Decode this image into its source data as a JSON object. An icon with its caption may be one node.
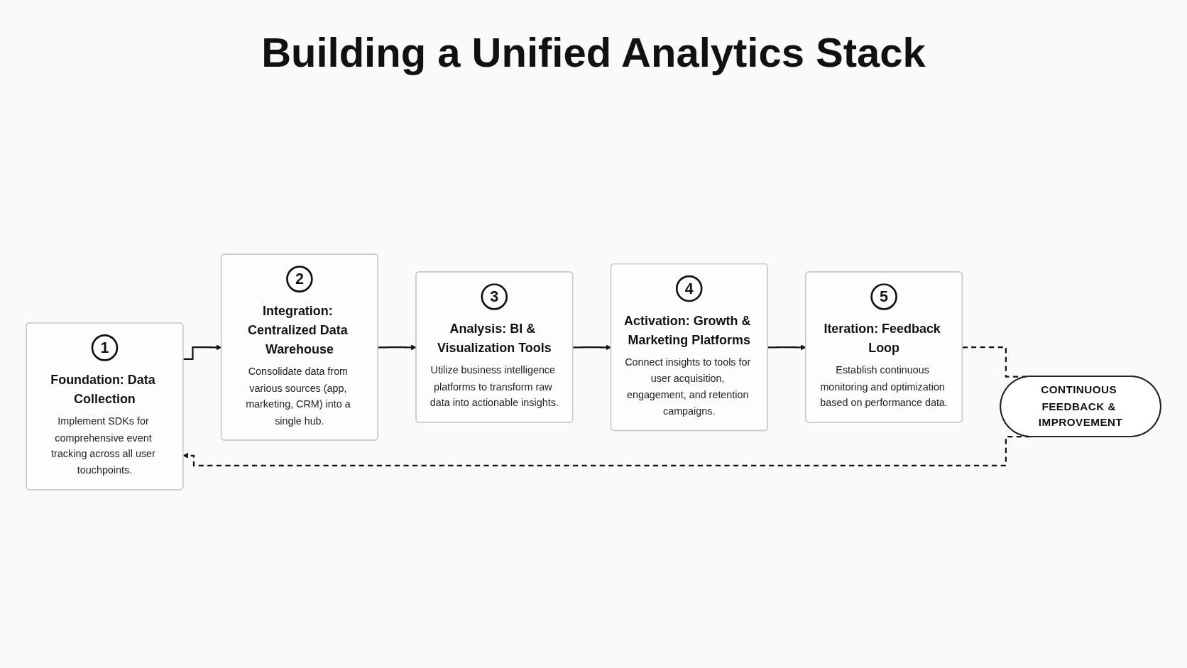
{
  "diagram": {
    "title": "Building a Unified Analytics Stack",
    "nodes": [
      {
        "text": [
          "1",
          "Foundation: Data Collection",
          "Implement SDKs for comprehensive event tracking across all user touchpoints."
        ]
      },
      {
        "text": [
          "2",
          "Integration: Centralized Data Warehouse",
          "Consolidate data from various sources (app, marketing, CRM) into a single hub."
        ]
      },
      {
        "text": [
          "3",
          "Analysis: BI & Visualization Tools",
          "Utilize business intelligence platforms to transform raw data into actionable insights."
        ]
      },
      {
        "text": [
          "4",
          "Activation: Growth & Marketing Platforms",
          "Connect insights to tools for user acquisition, engagement, and retention campaigns."
        ]
      },
      {
        "text": [
          "5",
          "Iteration: Feedback Loop",
          "Establish continuous monitoring and optimization based on performance data."
        ]
      },
      {
        "text": [
          "CONTINUOUS FEEDBACK & IMPROVEMENT"
        ]
      }
    ],
    "edges": [
      {
        "from": 0,
        "to": 1,
        "arrow": "to"
      },
      {
        "from": 1,
        "to": 2,
        "arrow": "to"
      },
      {
        "from": 2,
        "to": 3,
        "arrow": "to"
      },
      {
        "from": 3,
        "to": 4,
        "arrow": "to"
      },
      {
        "from": 4,
        "to": 5,
        "arrow": "none",
        "style": "dashed"
      },
      {
        "from": 5,
        "to": 0,
        "arrow": "to",
        "style": "dashed"
      }
    ]
  }
}
